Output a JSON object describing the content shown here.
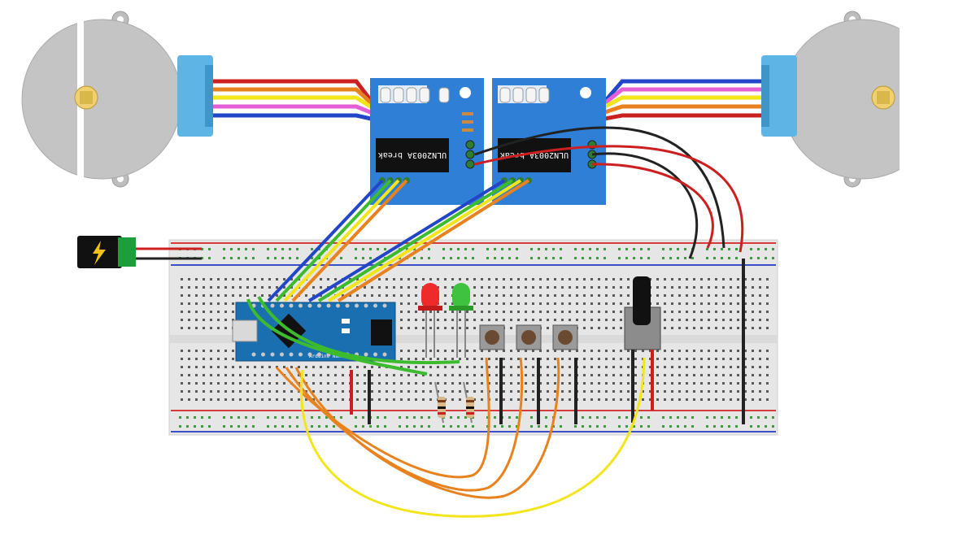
{
  "driver_boards": {
    "left": {
      "chip_label": "ULN2003A break"
    },
    "right": {
      "chip_label": "ULN2003A break"
    }
  },
  "arduino": {
    "label": "Arduino Nano"
  },
  "colors": {
    "breadboard": "#e6e6e6",
    "rail_red": "#d63a3a",
    "rail_blue": "#3b4fc7",
    "driver_board": "#2f7fd6",
    "motor_body": "#bdbdbd",
    "motor_cap": "#5fb4e6",
    "arduino": "#1a6fb0",
    "wire_red": "#cc1f1f",
    "wire_orange": "#e8821e",
    "wire_yellow": "#f2e51a",
    "wire_pink": "#e45fd6",
    "wire_blue": "#2346c8",
    "wire_green": "#3dbb2e",
    "wire_black": "#222222",
    "led_red": "#ee2a2a",
    "led_green": "#3fc23f",
    "jack_green": "#1e9e3a"
  },
  "icons": {
    "power": "lightning-bolt-icon"
  }
}
